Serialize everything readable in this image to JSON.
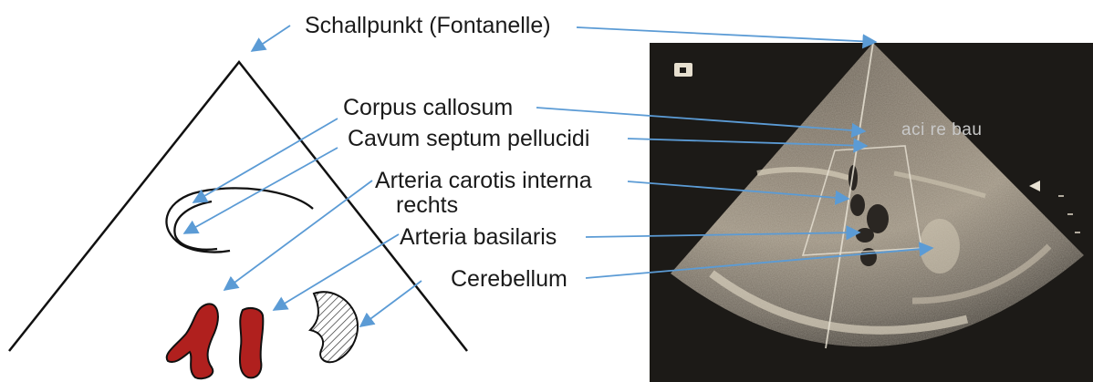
{
  "labels": {
    "schallpunkt": "Schallpunkt (Fontanelle)",
    "corpus_callosum": "Corpus callosum",
    "cavum_septum": "Cavum septum pellucidi",
    "carotis_line1": "Arteria carotis interna",
    "carotis_line2": "rechts",
    "basilaris": "Arteria basilaris",
    "cerebellum": "Cerebellum"
  },
  "ultrasound": {
    "overlay_text": "aci re bau",
    "logo_icon": "probe-marker-icon"
  },
  "colors": {
    "arrow": "#5b9bd5",
    "vessel": "#b0201e",
    "outline": "#111111",
    "scan_background": "#1c1a17"
  }
}
